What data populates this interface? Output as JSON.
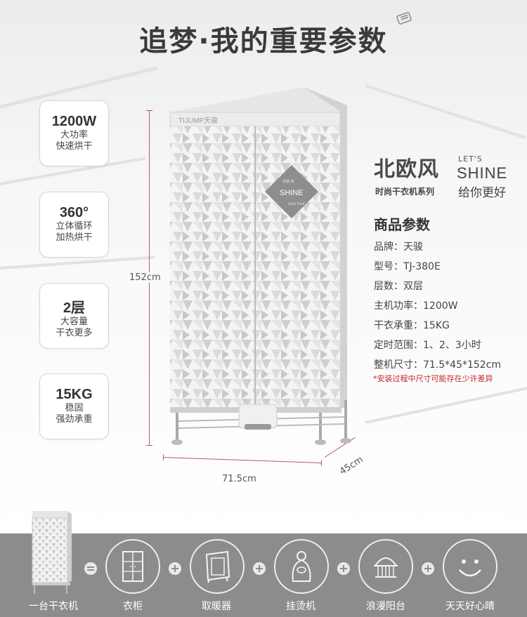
{
  "title": "追梦·我的重要参数",
  "features": [
    {
      "main": "1200W",
      "line1": "大功率",
      "line2": "快速烘干"
    },
    {
      "main": "360°",
      "line1": "立体循环",
      "line2": "加热烘干"
    },
    {
      "main": "2层",
      "line1": "大容量",
      "line2": "干衣更多"
    },
    {
      "main": "15KG",
      "line1": "稳固",
      "line2": "强劲承重"
    }
  ],
  "dimensions": {
    "height": "152cm",
    "width": "71.5cm",
    "depth": "45cm"
  },
  "product": {
    "logo": "TIJUMP天骏",
    "panel_brand": "SHINE",
    "panel_small": "天骏·风",
    "panel_script": "Let's Feel"
  },
  "brand": {
    "nordic": "北欧风",
    "lets": "LET'S",
    "shine": "SHINE",
    "fashion": "时尚干衣机系列",
    "give_you": "给你更好"
  },
  "params": {
    "title": "商品参数",
    "items": [
      "品牌：天骏",
      "型号：TJ-380E",
      "层数：双层",
      "主机功率：1200W",
      "干衣承重：15KG",
      "定时范围：1、2、3小时",
      "整机尺寸：71.5*45*152cm"
    ],
    "note": "*安装过程中尺寸可能存在少许差异"
  },
  "equation": {
    "items": [
      "一台干衣机",
      "衣柜",
      "取暖器",
      "挂烫机",
      "浪漫阳台",
      "天天好心晴"
    ],
    "icons": [
      "wardrobe-icon",
      "heater-icon",
      "steamer-icon",
      "balcony-icon",
      "smiley-icon"
    ]
  },
  "colors": {
    "accent_red": "#c0282d",
    "dimension_line": "#b85a5f",
    "band_gray": "#8c8c8c"
  }
}
